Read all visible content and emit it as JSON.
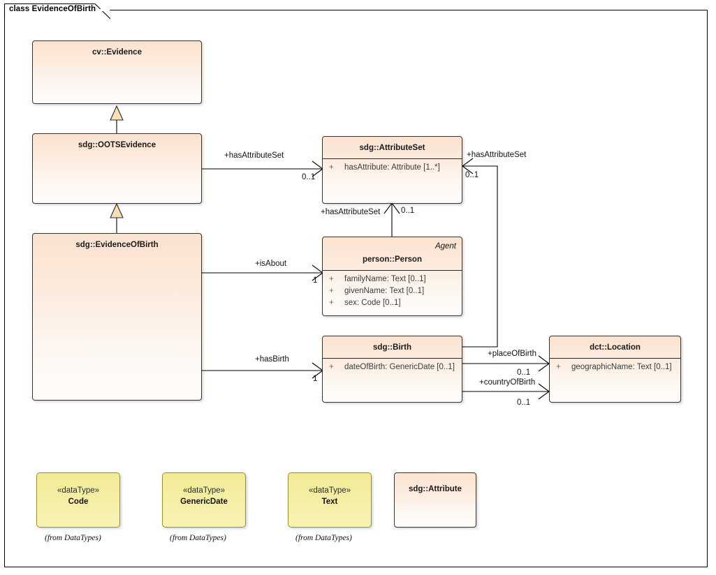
{
  "diagram": {
    "tab_label": "class EvidenceOfBirth",
    "kind": "uml-class-diagram"
  },
  "colors": {
    "class_fill_top": "#fbe2cf",
    "class_fill_bottom": "#fefcfa",
    "class_border": "#3a3228",
    "datatype_fill": "#f2eb95",
    "datatype_border": "#9a8d22",
    "generalization_arrow_fill": "#f7e0b6",
    "line": "#000000",
    "frame_border": "#000000",
    "background": "#ffffff"
  },
  "classes": [
    {
      "id": "cv-evidence",
      "name": "cv::Evidence",
      "stereotype": "",
      "attributes": []
    },
    {
      "id": "sdg-ootsevidence",
      "name": "sdg::OOTSEvidence",
      "stereotype": "",
      "attributes": []
    },
    {
      "id": "sdg-evidenceofbirth",
      "name": "sdg::EvidenceOfBirth",
      "stereotype": "",
      "attributes": []
    },
    {
      "id": "sdg-attributeset",
      "name": "sdg::AttributeSet",
      "stereotype": "",
      "attributes": [
        {
          "visibility": "+",
          "text": "hasAttribute: Attribute [1..*]"
        }
      ]
    },
    {
      "id": "person-person",
      "name": "person::Person",
      "stereotype": "Agent",
      "attributes": [
        {
          "visibility": "+",
          "text": "familyName: Text [0..1]"
        },
        {
          "visibility": "+",
          "text": "givenName: Text [0..1]"
        },
        {
          "visibility": "+",
          "text": "sex: Code [0..1]"
        }
      ]
    },
    {
      "id": "sdg-birth",
      "name": "sdg::Birth",
      "stereotype": "",
      "attributes": [
        {
          "visibility": "+",
          "text": "dateOfBirth: GenericDate [0..1]"
        }
      ]
    },
    {
      "id": "dct-location",
      "name": "dct::Location",
      "stereotype": "",
      "attributes": [
        {
          "visibility": "+",
          "text": "geographicName: Text [0..1]"
        }
      ]
    },
    {
      "id": "sdg-attribute",
      "name": "sdg::Attribute",
      "stereotype": "",
      "attributes": []
    }
  ],
  "datatypes": [
    {
      "id": "dt-code",
      "stereotype": "«dataType»",
      "name": "Code",
      "from": "(from DataTypes)"
    },
    {
      "id": "dt-genericdate",
      "stereotype": "«dataType»",
      "name": "GenericDate",
      "from": "(from DataTypes)"
    },
    {
      "id": "dt-text",
      "stereotype": "«dataType»",
      "name": "Text",
      "from": "(from DataTypes)"
    }
  ],
  "relationships": [
    {
      "id": "gen-1",
      "type": "generalization",
      "source": "sdg::OOTSEvidence",
      "target": "cv::Evidence",
      "label": "",
      "multiplicity": ""
    },
    {
      "id": "gen-2",
      "type": "generalization",
      "source": "sdg::EvidenceOfBirth",
      "target": "sdg::OOTSEvidence",
      "label": "",
      "multiplicity": ""
    },
    {
      "id": "as-1",
      "type": "association",
      "source": "sdg::OOTSEvidence",
      "target": "sdg::AttributeSet",
      "label": "+hasAttributeSet",
      "multiplicity": "0..1"
    },
    {
      "id": "as-2",
      "type": "association",
      "source": "person::Person",
      "target": "sdg::AttributeSet",
      "label": "+hasAttributeSet",
      "multiplicity": "0..1"
    },
    {
      "id": "as-3",
      "type": "association",
      "source": "sdg::Birth",
      "target": "sdg::AttributeSet",
      "label": "+hasAttributeSet",
      "multiplicity": "0..1"
    },
    {
      "id": "as-4",
      "type": "association",
      "source": "sdg::EvidenceOfBirth",
      "target": "person::Person",
      "label": "+isAbout",
      "multiplicity": "1"
    },
    {
      "id": "as-5",
      "type": "association",
      "source": "sdg::EvidenceOfBirth",
      "target": "sdg::Birth",
      "label": "+hasBirth",
      "multiplicity": "1"
    },
    {
      "id": "as-6",
      "type": "association",
      "source": "sdg::Birth",
      "target": "dct::Location",
      "label": "+placeOfBirth",
      "multiplicity": "0..1"
    },
    {
      "id": "as-7",
      "type": "association",
      "source": "sdg::Birth",
      "target": "dct::Location",
      "label": "+countryOfBirth",
      "multiplicity": "0..1"
    }
  ],
  "labels": {
    "hasAttributeSet_ootsevidence": "+hasAttributeSet",
    "hasAttributeSet_person": "+hasAttributeSet",
    "hasAttributeSet_birth": "+hasAttributeSet",
    "isAbout": "+isAbout",
    "hasBirth": "+hasBirth",
    "placeOfBirth": "+placeOfBirth",
    "countryOfBirth": "+countryOfBirth"
  },
  "multiplicities": {
    "attributeset_from_oots": "0..1",
    "attributeset_from_person": "0..1",
    "attributeset_from_birth": "0..1",
    "person_from_eob": "1",
    "birth_from_eob": "1",
    "location_place": "0..1",
    "location_country": "0..1"
  }
}
